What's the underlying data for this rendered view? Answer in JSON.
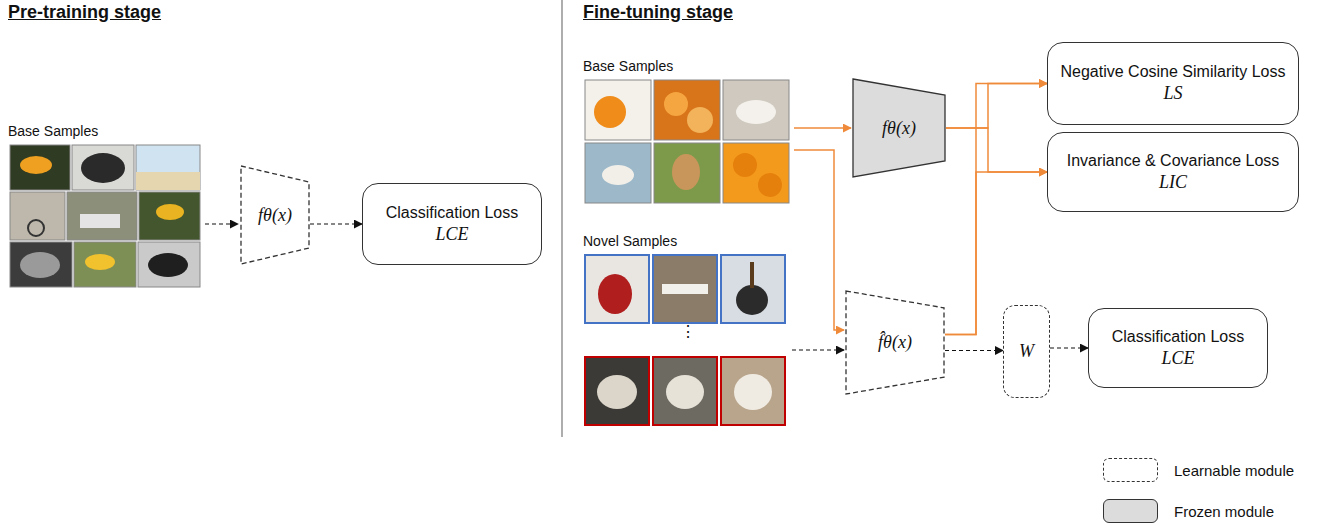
{
  "diagram": {
    "nodes": [
      {
        "text": [
          "fθ(x)"
        ]
      },
      {
        "text": [
          "Classification Loss",
          "LCE"
        ]
      },
      {
        "text": [
          "fθ(x)"
        ]
      },
      {
        "text": [
          "Negative Cosine Similarity Loss",
          "LS"
        ]
      },
      {
        "text": [
          "Invariance & Covariance Loss",
          "LIC"
        ]
      },
      {
        "text": [
          "f̂θ(x)"
        ]
      },
      {
        "text": [
          "W"
        ]
      },
      {
        "text": [
          "Classification Loss",
          "LCE"
        ]
      }
    ],
    "edges": [
      {
        "from": 0,
        "to": 1,
        "arrow": "to"
      },
      {
        "from": 2,
        "to": 3,
        "arrow": "to"
      },
      {
        "from": 2,
        "to": 4,
        "arrow": "to"
      },
      {
        "from": 5,
        "to": 3,
        "arrow": "to"
      },
      {
        "from": 5,
        "to": 4,
        "arrow": "to"
      },
      {
        "from": 5,
        "to": 6,
        "arrow": "to"
      },
      {
        "from": 6,
        "to": 7,
        "arrow": "to"
      }
    ],
    "labels": [
      "Pre-training stage",
      "Fine-tuning stage",
      "Base Samples",
      "Base Samples",
      "Novel Samples",
      "⋮"
    ],
    "legend": [
      {
        "text": "Learnable module"
      },
      {
        "text": "Frozen module",
        "color": "#dcdcdc"
      }
    ]
  }
}
